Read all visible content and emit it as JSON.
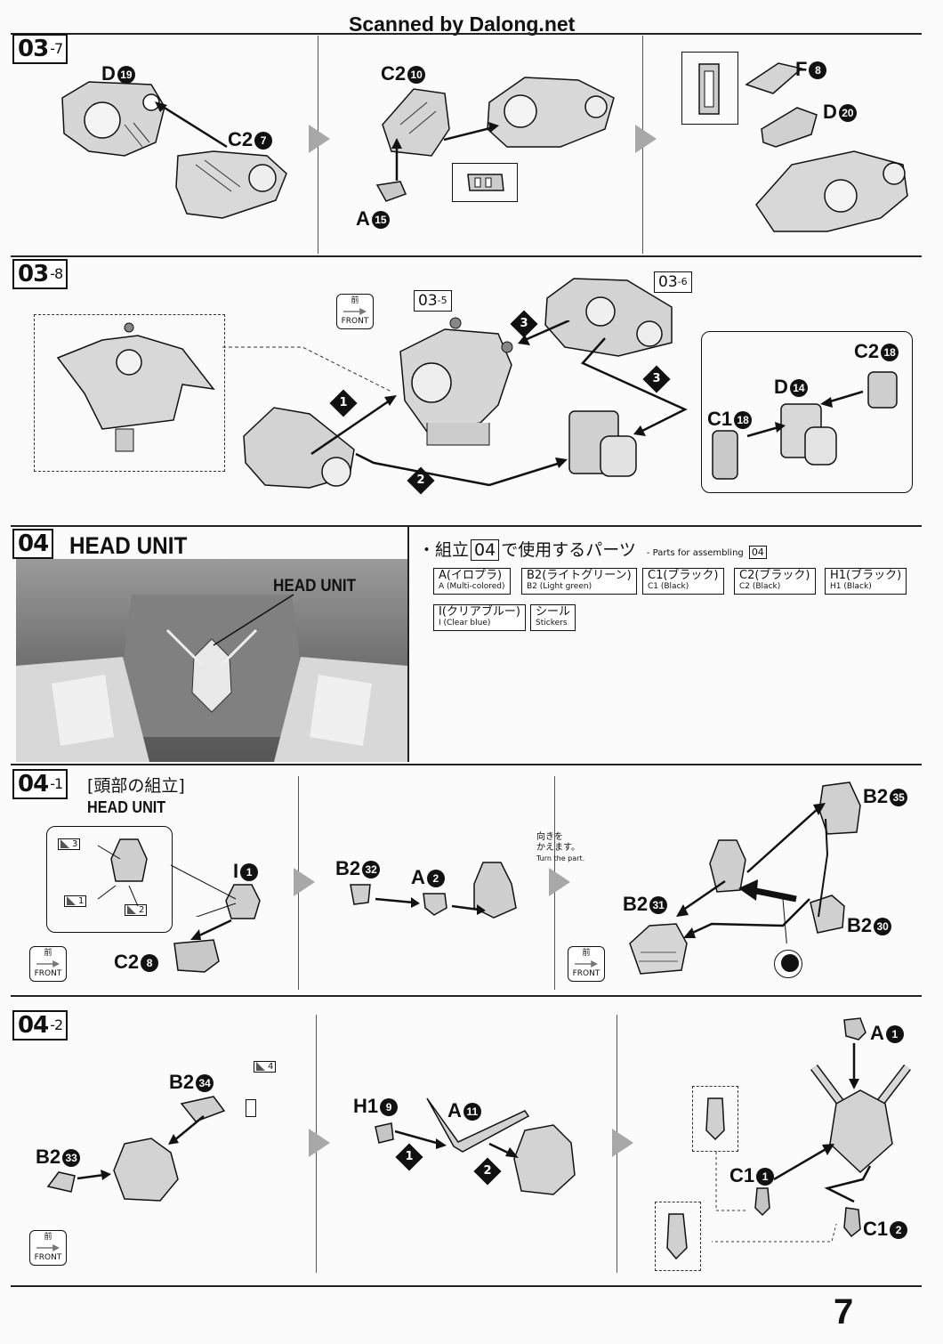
{
  "header": {
    "watermark": "Scanned by Dalong.net"
  },
  "steps": {
    "s037": {
      "main": "03",
      "sub": "-7"
    },
    "s038": {
      "main": "03",
      "sub": "-8"
    },
    "s04": {
      "main": "04",
      "title": "HEAD UNIT"
    },
    "s041": {
      "main": "04",
      "sub": "-1",
      "title_ja": "[頭部の組立]",
      "title_en": "HEAD UNIT"
    },
    "s042": {
      "main": "04",
      "sub": "-2"
    }
  },
  "labels": {
    "d19": {
      "letter": "D",
      "num": "19"
    },
    "c27": {
      "letter": "C2",
      "num": "7"
    },
    "c210": {
      "letter": "C2",
      "num": "10"
    },
    "a15": {
      "letter": "A",
      "num": "15"
    },
    "f8": {
      "letter": "F",
      "num": "8"
    },
    "d20": {
      "letter": "D",
      "num": "20"
    },
    "c218": {
      "letter": "C2",
      "num": "18"
    },
    "d14": {
      "letter": "D",
      "num": "14"
    },
    "c118": {
      "letter": "C1",
      "num": "18"
    },
    "i1": {
      "letter": "I",
      "num": "1"
    },
    "c28": {
      "letter": "C2",
      "num": "8"
    },
    "b232": {
      "letter": "B2",
      "num": "32"
    },
    "a2": {
      "letter": "A",
      "num": "2"
    },
    "b235": {
      "letter": "B2",
      "num": "35"
    },
    "b231": {
      "letter": "B2",
      "num": "31"
    },
    "b230": {
      "letter": "B2",
      "num": "30"
    },
    "b234": {
      "letter": "B2",
      "num": "34"
    },
    "b233": {
      "letter": "B2",
      "num": "33"
    },
    "h19": {
      "letter": "H1",
      "num": "9"
    },
    "a11": {
      "letter": "A",
      "num": "11"
    },
    "a1": {
      "letter": "A",
      "num": "1"
    },
    "c11": {
      "letter": "C1",
      "num": "1"
    },
    "c12": {
      "letter": "C1",
      "num": "2"
    }
  },
  "refs": {
    "r035": {
      "main": "03",
      "sub": "-5"
    },
    "r036": {
      "main": "03",
      "sub": "-6"
    }
  },
  "order": {
    "n1": "1",
    "n2": "2",
    "n3": "3"
  },
  "front": {
    "glyph": "前",
    "text": "FRONT"
  },
  "head_unit": {
    "callout": "HEAD UNIT"
  },
  "parts_list": {
    "heading_ja_pre": "・組立",
    "heading_step": "04",
    "heading_ja_post": "で使用するパーツ",
    "heading_en": "- Parts for assembling",
    "heading_en_step": "04",
    "items": [
      {
        "ja": "A(イロプラ)",
        "en": "A (Multi-colored)"
      },
      {
        "ja": "B2(ライトグリーン)",
        "en": "B2 (Light green)"
      },
      {
        "ja": "C1(ブラック)",
        "en": "C1 (Black)"
      },
      {
        "ja": "C2(ブラック)",
        "en": "C2 (Black)"
      },
      {
        "ja": "H1(ブラック)",
        "en": "H1 (Black)"
      },
      {
        "ja": "I(クリアブルー)",
        "en": "I (Clear blue)"
      },
      {
        "ja": "シール",
        "en": "Stickers"
      }
    ]
  },
  "turn": {
    "ja1": "向きを",
    "ja2": "かえます。",
    "en": "Turn the part."
  },
  "stickers": {
    "s1": "1",
    "s2": "2",
    "s3": "3",
    "s4": "4"
  },
  "page_number": "7"
}
